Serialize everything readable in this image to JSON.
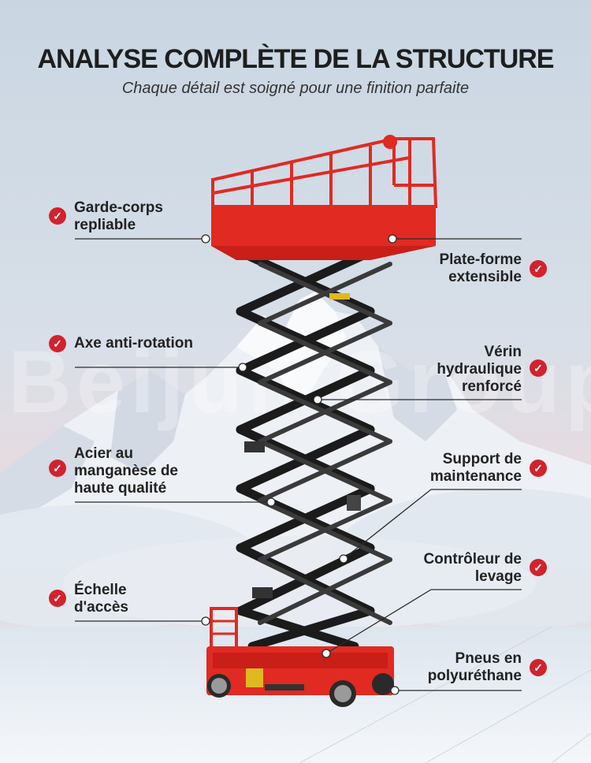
{
  "header": {
    "title": "ANALYSE COMPLÈTE DE LA STRUCTURE",
    "subtitle": "Chaque détail est soigné pour une finition parfaite"
  },
  "watermark": "Beijun Group",
  "colors": {
    "accent": "#d2222d",
    "lift_red": "#e02a22",
    "scissor": "#1b1b1b"
  },
  "features_left": [
    {
      "id": "garde-corps",
      "lines": [
        "Garde-corps",
        "repliable"
      ]
    },
    {
      "id": "axe",
      "lines": [
        "Axe anti-rotation"
      ]
    },
    {
      "id": "acier",
      "lines": [
        "Acier au",
        "manganèse de",
        "haute qualité"
      ]
    },
    {
      "id": "echelle",
      "lines": [
        "Échelle",
        "d'accès"
      ]
    }
  ],
  "features_right": [
    {
      "id": "plate-forme",
      "lines": [
        "Plate-forme",
        "extensible"
      ]
    },
    {
      "id": "verin",
      "lines": [
        "Vérin",
        "hydraulique",
        "renforcé"
      ]
    },
    {
      "id": "support",
      "lines": [
        "Support de",
        "maintenance"
      ]
    },
    {
      "id": "controleur",
      "lines": [
        "Contrôleur de",
        "levage"
      ]
    },
    {
      "id": "pneus",
      "lines": [
        "Pneus en",
        "polyuréthane"
      ]
    }
  ],
  "check_icon": "check-icon"
}
